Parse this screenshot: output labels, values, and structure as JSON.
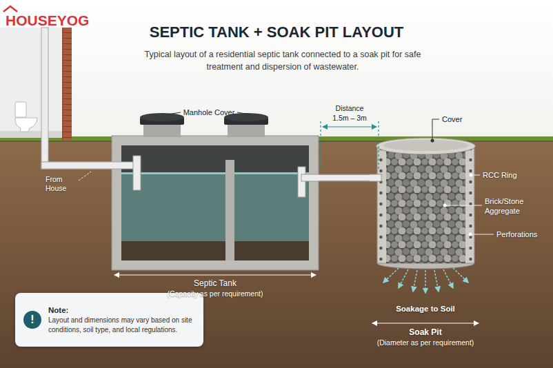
{
  "diagram": {
    "title": "SEPTIC TANK + SOAK PIT LAYOUT",
    "caption": "Typical layout of a residential septic tank connected to a soak pit for safe treatment and dispersion of wastewater.",
    "nodes": [
      {
        "text": [
          "Septic Tank",
          "(Capacity as per requirement)"
        ]
      },
      {
        "text": [
          "Soak Pit",
          "(Diameter as per requirement)"
        ]
      },
      {
        "text": [
          "!",
          "Note:",
          "Layout and dimensions may vary based on site conditions, soil type, and local regulations."
        ]
      }
    ],
    "edges": [
      {
        "from": 0,
        "to": 1,
        "arrow": "none"
      }
    ],
    "labels": [
      "HOUSEYOG",
      "Manhole Cover",
      "Distance",
      "1.5m – 3m",
      "Cover",
      "From House",
      "RCC Ring",
      "Brick/Stone Aggregate",
      "Perforations",
      "Soakage to Soil"
    ]
  }
}
